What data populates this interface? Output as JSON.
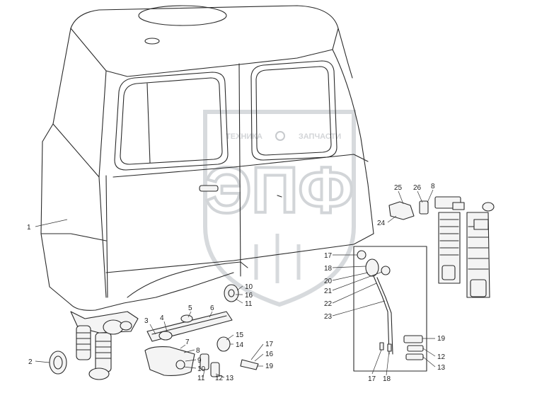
{
  "watermark": {
    "logo_text": "ЭПФ",
    "left_word": "ТЕХНИКА",
    "right_word": "ЗАПЧАСТИ",
    "color": "#b8bcc2"
  },
  "callouts": [
    {
      "id": "c1",
      "label": "1"
    },
    {
      "id": "c2",
      "label": "2"
    },
    {
      "id": "c3",
      "label": "3"
    },
    {
      "id": "c4",
      "label": "4"
    },
    {
      "id": "c5",
      "label": "5"
    },
    {
      "id": "c6",
      "label": "6"
    },
    {
      "id": "c7",
      "label": "7"
    },
    {
      "id": "c8a",
      "label": "8"
    },
    {
      "id": "c9",
      "label": "9"
    },
    {
      "id": "c10a",
      "label": "10"
    },
    {
      "id": "c11a",
      "label": "11"
    },
    {
      "id": "c12a",
      "label": "12"
    },
    {
      "id": "c13a",
      "label": "13"
    },
    {
      "id": "c10b",
      "label": "10"
    },
    {
      "id": "c16a",
      "label": "16"
    },
    {
      "id": "c11b",
      "label": "11"
    },
    {
      "id": "c15",
      "label": "15"
    },
    {
      "id": "c14",
      "label": "14"
    },
    {
      "id": "c17a",
      "label": "17"
    },
    {
      "id": "c16b",
      "label": "16"
    },
    {
      "id": "c19a",
      "label": "19"
    },
    {
      "id": "c25",
      "label": "25"
    },
    {
      "id": "c26",
      "label": "26"
    },
    {
      "id": "c8b",
      "label": "8"
    },
    {
      "id": "c24",
      "label": "24"
    },
    {
      "id": "c17b",
      "label": "17"
    },
    {
      "id": "c18a",
      "label": "18"
    },
    {
      "id": "c20",
      "label": "20"
    },
    {
      "id": "c21",
      "label": "21"
    },
    {
      "id": "c22",
      "label": "22"
    },
    {
      "id": "c23",
      "label": "23"
    },
    {
      "id": "c19b",
      "label": "19"
    },
    {
      "id": "c12b",
      "label": "12"
    },
    {
      "id": "c13b",
      "label": "13"
    },
    {
      "id": "c17c",
      "label": "17"
    },
    {
      "id": "c18b",
      "label": "18"
    }
  ]
}
